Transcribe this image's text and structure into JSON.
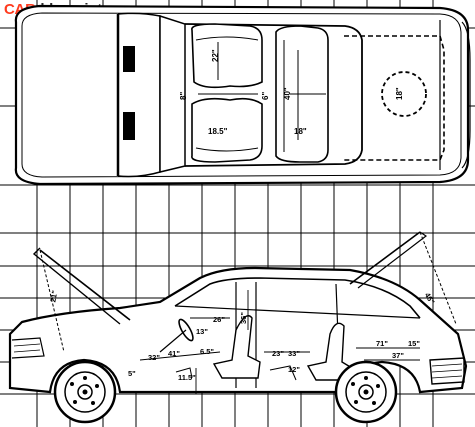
{
  "brand": {
    "part_car": "CAR",
    "part_dot": "-",
    "part_rest": "blueprints"
  },
  "colors": {
    "brand_accent": "#ff3b1f",
    "brand_text": "#2b2b2b",
    "grid": "#000000",
    "ink": "#000000",
    "paper": "#ffffff"
  },
  "top_view": {
    "dims": {
      "front_seat_len": "22\"",
      "front_seat_width": "18.5\"",
      "rear_seat_width": "18\"",
      "gap_front": "8\"",
      "gap_mid": "6\"",
      "rear_len": "40\"",
      "boot_len": "18\""
    }
  },
  "side_view": {
    "dims": {
      "hood_open": "21\"",
      "hatch_open": "46\"",
      "head_front": "13\"",
      "head_mid": "26\"",
      "pillar": "36\"",
      "leg_front": "32\"",
      "leg_front_b": "41\"",
      "seat_front": "6.5\"",
      "seat_height": "11.5\"",
      "rear_a": "23\"",
      "rear_b": "33\"",
      "rear_c": "12\"",
      "cargo_len": "71\"",
      "cargo_h": "15\"",
      "cargo_w": "37\"",
      "front_low": "5\""
    }
  }
}
